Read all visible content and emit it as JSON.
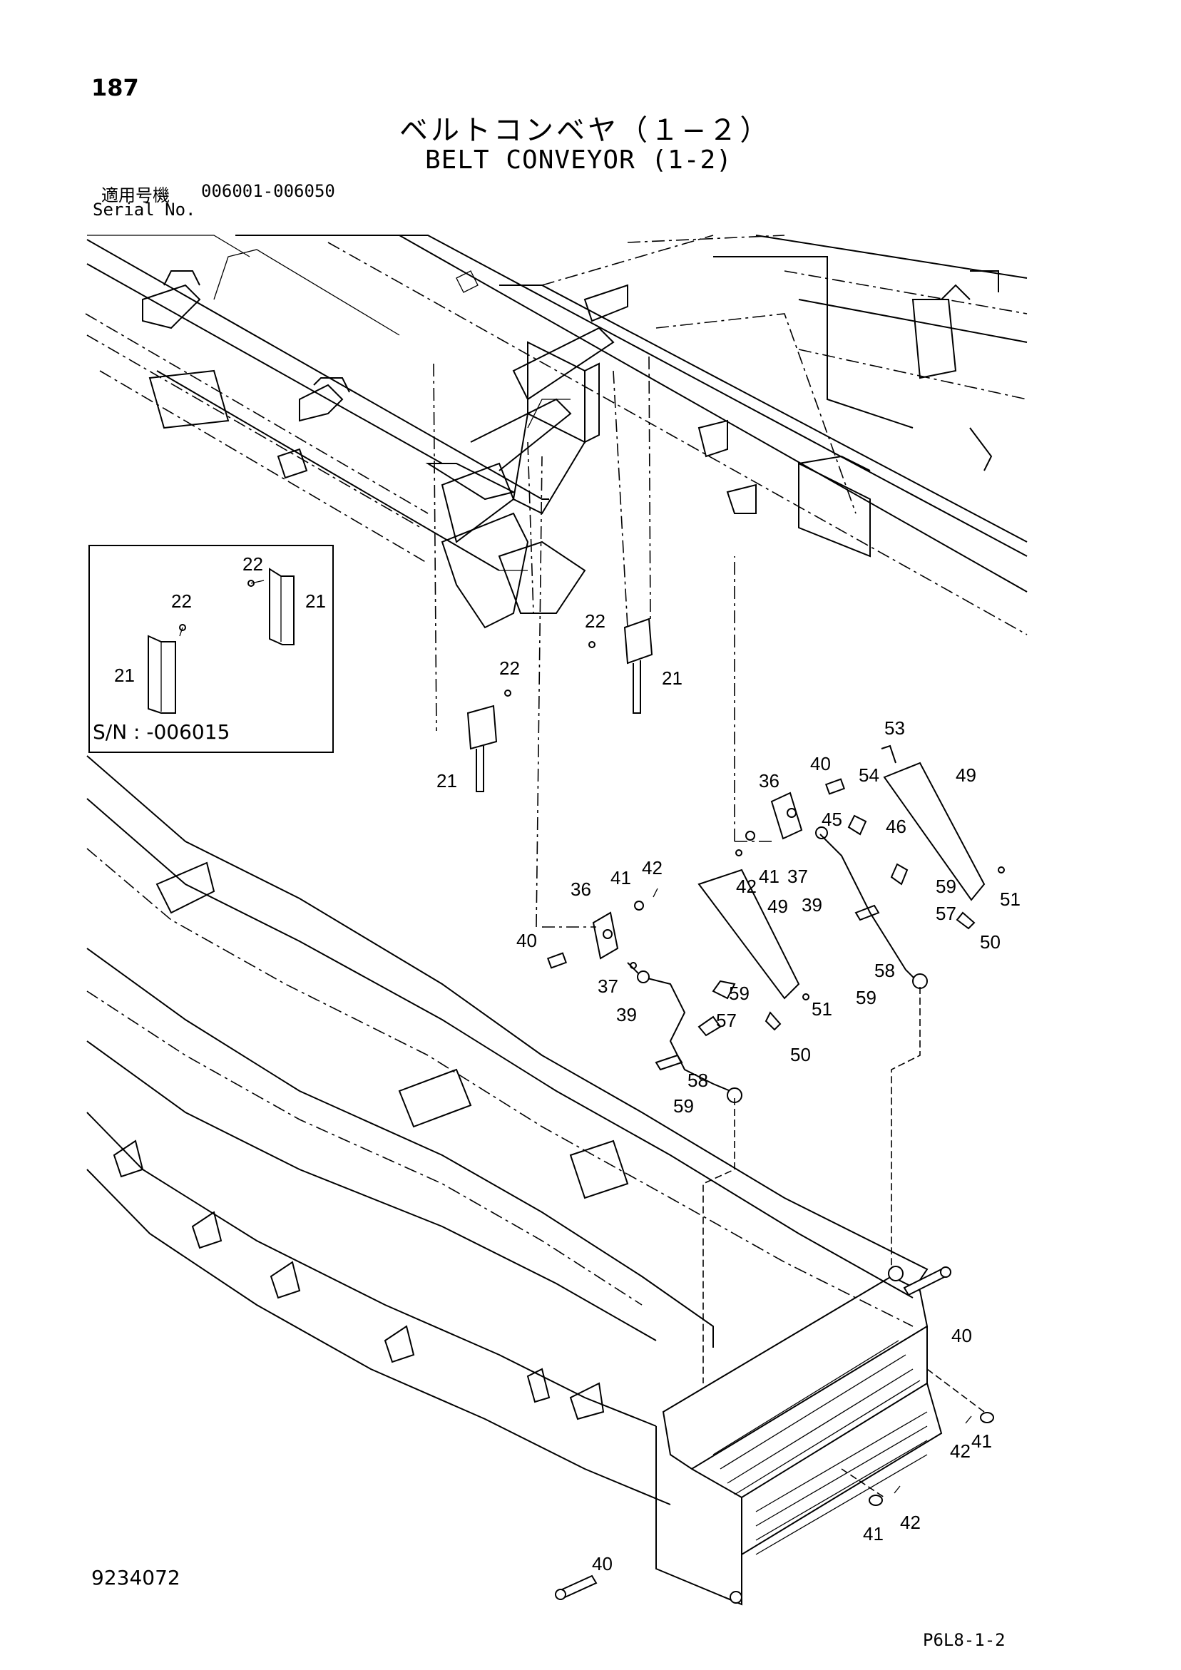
{
  "header": {
    "page_number": "187",
    "title_jp": "ベルトコンベヤ（１−２）",
    "title_en": "BELT CONVEYOR (1-2)",
    "serial_label_jp": "適用号機",
    "serial_range": "006001-006050",
    "serial_label_en": "Serial No."
  },
  "inset": {
    "serial_note": "S/N : -006015",
    "callouts": [
      "22",
      "22",
      "21",
      "21"
    ]
  },
  "callouts": [
    "22",
    "21",
    "22",
    "21",
    "53",
    "40",
    "36",
    "54",
    "49",
    "45",
    "46",
    "42",
    "41",
    "37",
    "39",
    "59",
    "57",
    "51",
    "50",
    "58",
    "59",
    "36",
    "41",
    "42",
    "40",
    "49",
    "37",
    "39",
    "59",
    "57",
    "51",
    "50",
    "58",
    "59",
    "40",
    "42",
    "41",
    "41",
    "42",
    "40"
  ],
  "footer": {
    "drawing_number": "9234072",
    "sheet_code": "P6L8-1-2"
  }
}
